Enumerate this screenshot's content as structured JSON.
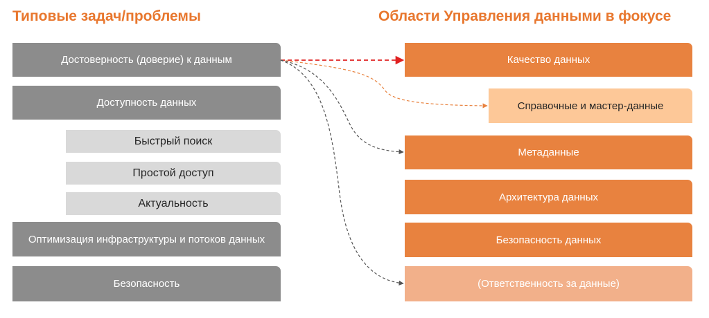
{
  "headings": {
    "left": "Типовые задач/проблемы",
    "right": "Области Управления данными в фокусе"
  },
  "problems": [
    "Достоверность (доверие) к данным",
    "Доступность данных",
    "Оптимизация инфраструктуры и потоков данных",
    "Безопасность"
  ],
  "sub_problems": [
    "Быстрый поиск",
    "Простой доступ",
    "Актуальность"
  ],
  "focus_areas": [
    "Качество данных",
    "Справочные и мастер-данные",
    "Метаданные",
    "Архитектура данных",
    "Безопасность данных",
    "(Ответственность за данные)"
  ],
  "colors": {
    "heading": "#e8772e",
    "problem_box": "#8c8c8c",
    "sub_problem_box": "#d9d9d9",
    "focus_box": "#e8823f",
    "focus_box_pale": "#fdc898",
    "focus_box_soft": "#f2b08a",
    "arrow_red": "#e02020",
    "arrow_orange": "#e8823f",
    "arrow_gray": "#555555"
  },
  "connections": [
    {
      "from": "Достоверность (доверие) к данным",
      "to": "Качество данных",
      "style": "red-dashed"
    },
    {
      "from": "Достоверность (доверие) к данным",
      "to": "Справочные и мастер-данные",
      "style": "orange-dashed"
    },
    {
      "from": "Достоверность (доверие) к данным",
      "to": "Метаданные",
      "style": "gray-dashed"
    },
    {
      "from": "Достоверность (доверие) к данным",
      "to": "(Ответственность за данные)",
      "style": "gray-dashed"
    }
  ]
}
